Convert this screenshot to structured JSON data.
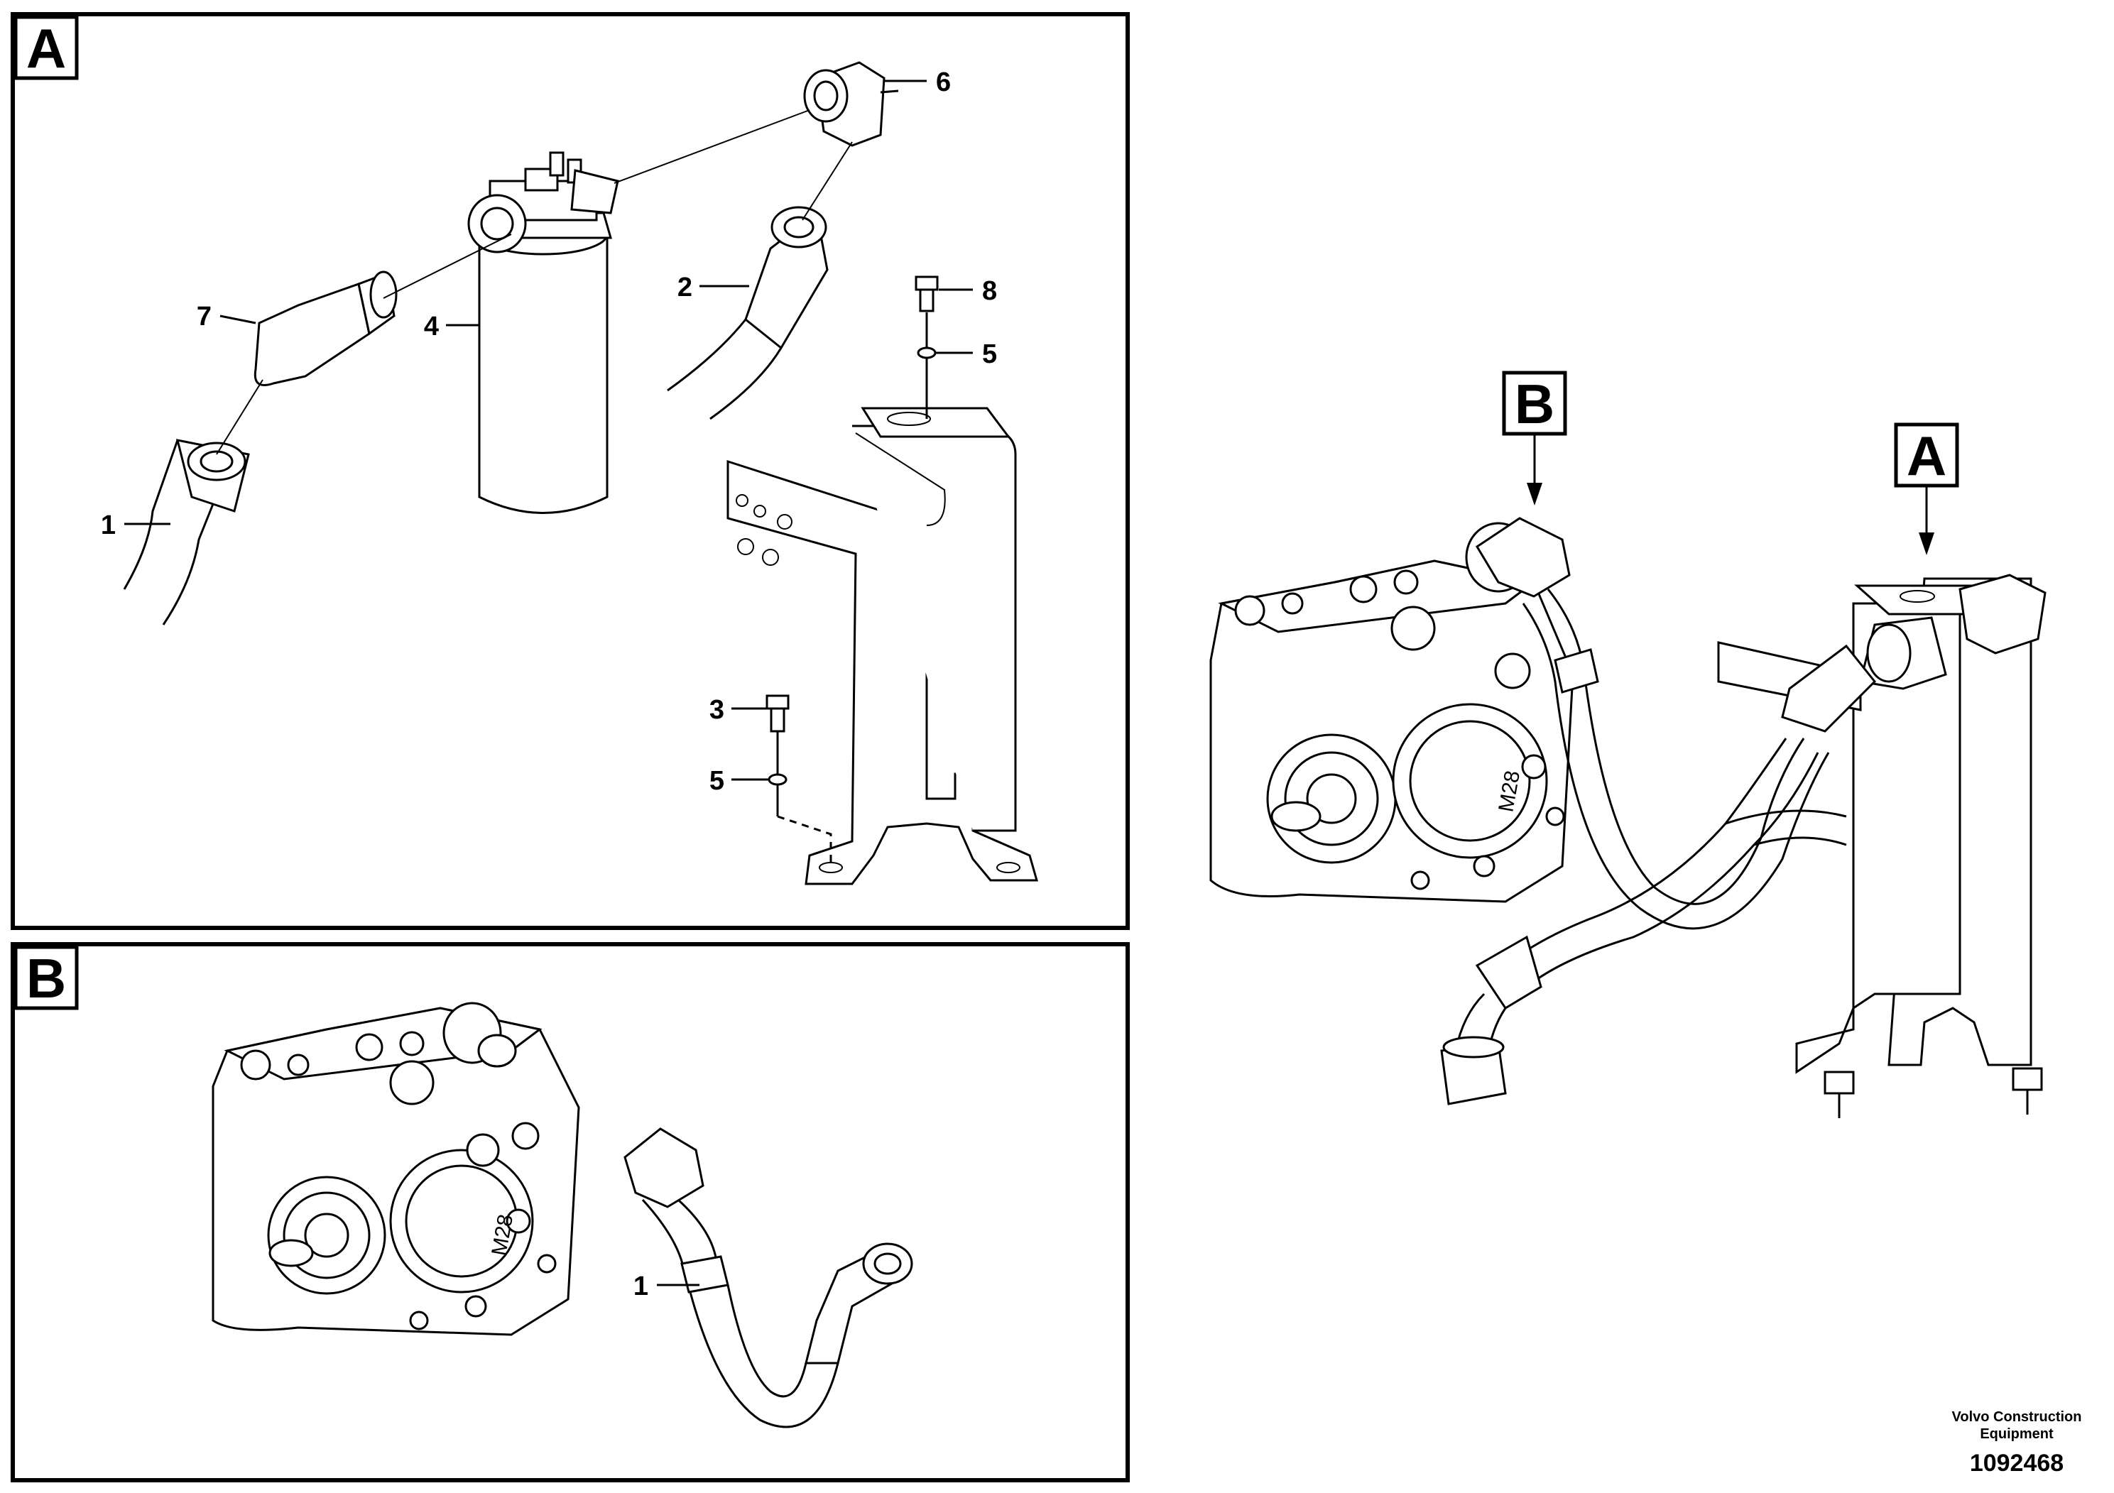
{
  "views": {
    "a": {
      "letter": "A"
    },
    "b": {
      "letter": "B"
    }
  },
  "callouts": {
    "main_b": "B",
    "main_a": "A"
  },
  "items": {
    "i1a": "1",
    "i2": "2",
    "i3": "3",
    "i4": "4",
    "i5a": "5",
    "i5b": "5",
    "i6": "6",
    "i7": "7",
    "i8": "8",
    "i1b": "1"
  },
  "marking": {
    "pump_b": "M28",
    "pump_main": "M28"
  },
  "footer": {
    "brand_line1": "Volvo Construction",
    "brand_line2": "Equipment",
    "doc_no": "1092468"
  }
}
